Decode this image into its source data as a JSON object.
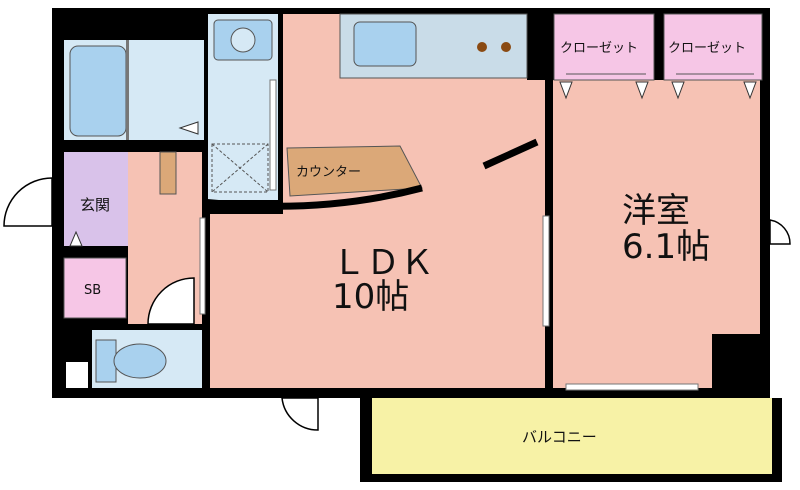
{
  "rooms": {
    "ldk": {
      "name": "ＬＤＫ",
      "size": "10帖"
    },
    "western": {
      "name": "洋室",
      "size": "6.1帖"
    },
    "counter": "カウンター",
    "closet_left": "クローゼット",
    "closet_right": "クローゼット",
    "entrance": "玄関",
    "shoe_box": "SB",
    "balcony": "バルコニー"
  },
  "colors": {
    "ldk_floor": "#f6c2b4",
    "western_floor": "#f6c2b4",
    "bath_floor": "#d6e9f5",
    "bathtub": "#a9d1ee",
    "entrance_floor": "#d9c2ea",
    "shoe_box": "#f6c6e6",
    "closet": "#f6c6e6",
    "counter": "#dba878",
    "balcony": "#f7f2a6",
    "wall": "#000000"
  }
}
